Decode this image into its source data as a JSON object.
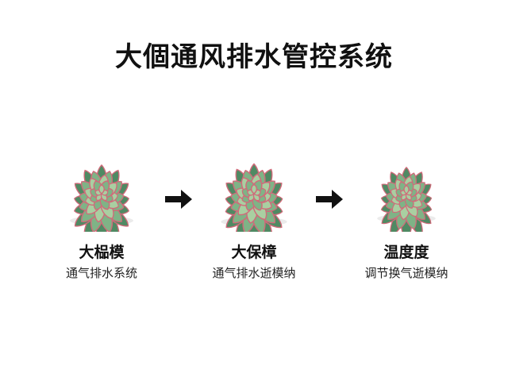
{
  "title": "大個通风排水管控系统",
  "colors": {
    "leaf_light": "#a9cfa1",
    "leaf_mid": "#7fb386",
    "leaf_dark": "#4f8a63",
    "leaf_edge": "#d06a7a",
    "arrow": "#111111"
  },
  "steps": [
    {
      "label": "大榀模",
      "sub": "通气排水系统",
      "icon": "succulent-icon"
    },
    {
      "label": "大保樟",
      "sub": "通气排水逝模纳",
      "icon": "succulent-icon"
    },
    {
      "label": "温度度",
      "sub": "调节换气逝模纳",
      "icon": "succulent-icon"
    }
  ],
  "arrow_icon": "arrow-right-icon"
}
